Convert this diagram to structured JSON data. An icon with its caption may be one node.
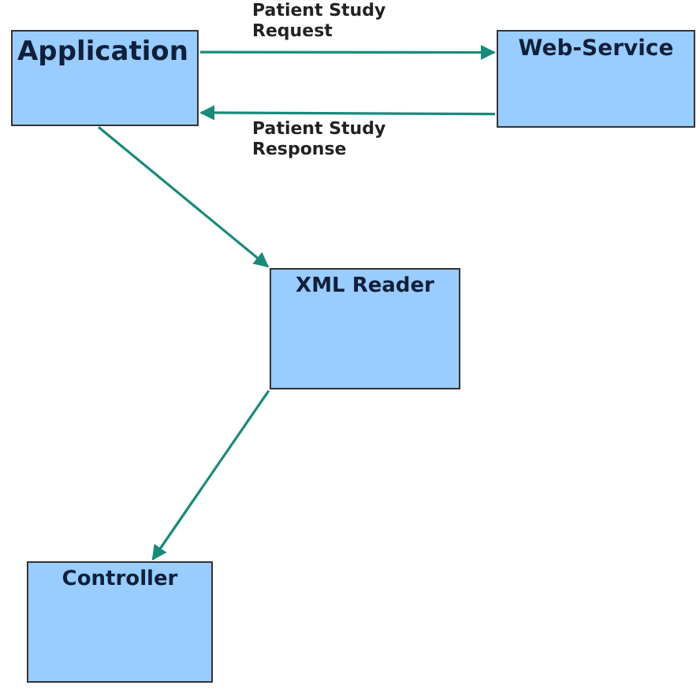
{
  "diagram": {
    "nodes": [
      {
        "text": [
          "Application"
        ]
      },
      {
        "text": [
          "Web-Service"
        ]
      },
      {
        "text": [
          "XML Reader"
        ]
      },
      {
        "text": [
          "Controller"
        ]
      }
    ],
    "edges": [
      {
        "from": 0,
        "to": 1,
        "arrow": "to",
        "label": "Patient Study Request"
      },
      {
        "from": 1,
        "to": 0,
        "arrow": "to",
        "label": "Patient Study Response"
      },
      {
        "from": 0,
        "to": 2,
        "arrow": "to"
      },
      {
        "from": 2,
        "to": 3,
        "arrow": "to"
      }
    ]
  }
}
